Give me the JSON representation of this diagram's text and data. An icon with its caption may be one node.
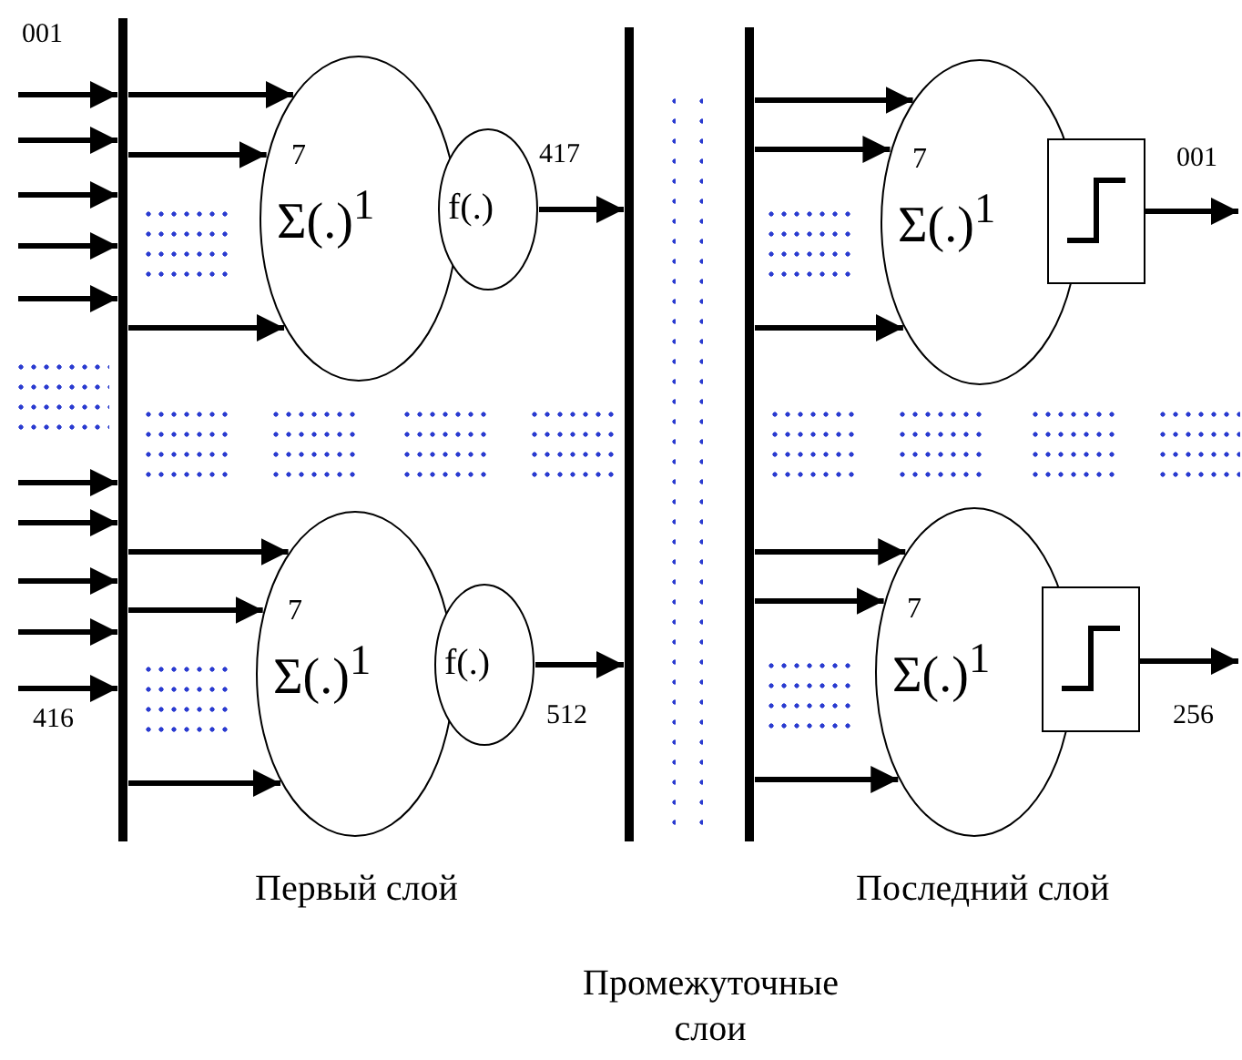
{
  "diagram": {
    "nodes": [
      {
        "text": [],
        "shape": "bar"
      },
      {
        "text": [
          "7",
          "Σ(.)$^{1}$"
        ]
      },
      {
        "text": [
          "f(.)"
        ]
      },
      {
        "text": [
          "7",
          "Σ(.)$^{1}$"
        ]
      },
      {
        "text": [
          "f(.)"
        ]
      },
      {
        "text": [],
        "shape": "bar"
      },
      {
        "text": [],
        "shape": "bar"
      },
      {
        "text": [
          "7",
          "Σ(.)$^{1}$"
        ]
      },
      {
        "text": [],
        "shape": "box"
      },
      {
        "text": [
          "7",
          "Σ(.)$^{1}$"
        ]
      },
      {
        "text": [],
        "shape": "box"
      }
    ],
    "edges": [
      {
        "from": null,
        "to": 0,
        "arrow": "to",
        "label": "001"
      },
      {
        "from": null,
        "to": 0,
        "arrow": "to"
      },
      {
        "from": null,
        "to": 0,
        "arrow": "to"
      },
      {
        "from": null,
        "to": 0,
        "arrow": "to"
      },
      {
        "from": null,
        "to": 0,
        "arrow": "to"
      },
      {
        "from": null,
        "to": 0,
        "arrow": "to"
      },
      {
        "from": null,
        "to": 0,
        "arrow": "to"
      },
      {
        "from": null,
        "to": 0,
        "arrow": "to"
      },
      {
        "from": null,
        "to": 0,
        "arrow": "to"
      },
      {
        "from": null,
        "to": 0,
        "arrow": "to",
        "label": "416"
      },
      {
        "from": 0,
        "to": 1,
        "arrow": "to"
      },
      {
        "from": 0,
        "to": 1,
        "arrow": "to"
      },
      {
        "from": 0,
        "to": 1,
        "arrow": "to"
      },
      {
        "from": 0,
        "to": 3,
        "arrow": "to"
      },
      {
        "from": 0,
        "to": 3,
        "arrow": "to"
      },
      {
        "from": 0,
        "to": 3,
        "arrow": "to"
      },
      {
        "from": 2,
        "to": 5,
        "arrow": "to",
        "label": "417"
      },
      {
        "from": 4,
        "to": 5,
        "arrow": "to",
        "label": "512"
      },
      {
        "from": 6,
        "to": 7,
        "arrow": "to"
      },
      {
        "from": 6,
        "to": 7,
        "arrow": "to"
      },
      {
        "from": 6,
        "to": 7,
        "arrow": "to"
      },
      {
        "from": 6,
        "to": 9,
        "arrow": "to"
      },
      {
        "from": 6,
        "to": 9,
        "arrow": "to"
      },
      {
        "from": 6,
        "to": 9,
        "arrow": "to"
      },
      {
        "from": 8,
        "to": null,
        "arrow": "to",
        "label": "001"
      },
      {
        "from": 10,
        "to": null,
        "arrow": "to",
        "label": "256"
      }
    ],
    "labels": [
      "Первый слой",
      "Последний слой",
      "Промежуточные слои"
    ]
  }
}
